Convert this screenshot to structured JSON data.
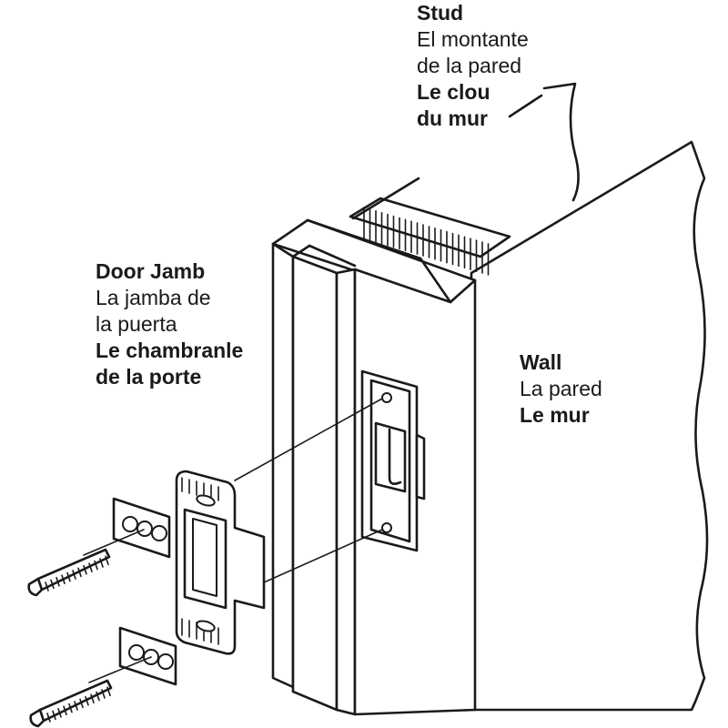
{
  "labels": {
    "stud": {
      "en": "Stud",
      "es": [
        "El montante",
        "de la pared"
      ],
      "fr": [
        "Le clou",
        "du mur"
      ]
    },
    "door_jamb": {
      "en": "Door Jamb",
      "es": [
        "La jamba de",
        "la puerta"
      ],
      "fr": [
        "Le chambranle",
        "de la porte"
      ]
    },
    "wall": {
      "en": "Wall",
      "es": "La pared",
      "fr": "Le mur"
    }
  },
  "colors": {
    "ink": "#1a1a1a",
    "paper": "#ffffff"
  }
}
